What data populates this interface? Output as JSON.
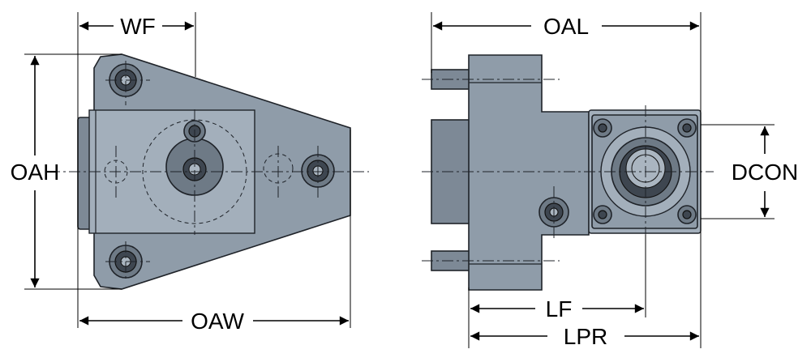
{
  "dimensions": {
    "wf": "WF",
    "oah": "OAH",
    "oaw": "OAW",
    "oal": "OAL",
    "dcon": "DCON",
    "lf": "LF",
    "lpr": "LPR"
  },
  "colors": {
    "metal": "#8f9ca9",
    "line": "#000000"
  }
}
